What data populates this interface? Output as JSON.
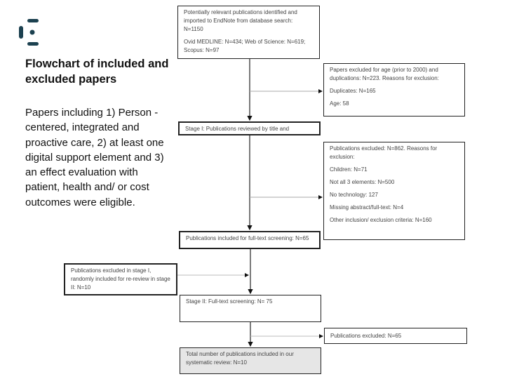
{
  "sidebar": {
    "title": "Flowchart of included and excluded papers",
    "description": "Papers including 1) Person -centered, integrated and proactive care, 2) at least one digital support element and 3) an effect evaluation with patient, health and/ or cost outcomes were eligible.",
    "logo_color": "#1c4150"
  },
  "flowchart": {
    "identified": {
      "line1": "Potentially relevant publications identified and imported to EndNote from database search: N=1150",
      "line2": "Ovid MEDLINE: N=434; Web of Science: N=619; Scopus: N=97"
    },
    "excluded_age": {
      "line1": "Papers excluded for age (prior to 2000) and duplications: N=223. Reasons for exclusion:",
      "line2": "Duplicates: N=165",
      "line3": "Age: 58"
    },
    "stage1": "Stage I: Publications reviewed by title and",
    "excluded_stage1": {
      "line1": "Publications excluded: N=862. Reasons for exclusion:",
      "line2": "Children: N=71",
      "line3": "Not all 3 elements: N=500",
      "line4": "No technology: 127",
      "line5": "Missing abstract/full-text: N=4",
      "line6": "Other inclusion/ exclusion criteria: N=160"
    },
    "fulltext_included": "Publications included for full-text screening: N=65",
    "rereview": "Publications excluded in stage I, randomly included for re-review in stage II: N=10",
    "stage2": "Stage II: Full-text screening: N= 75",
    "excluded_stage2": "Publications excluded: N=65",
    "total": "Total number of publications included in our systematic review: N=10"
  }
}
